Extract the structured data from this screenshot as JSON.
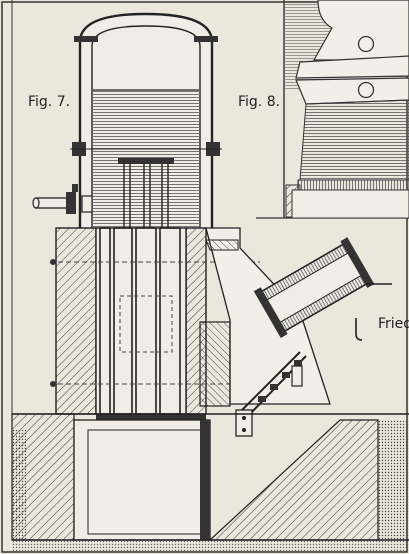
{
  "figures": {
    "fig7_label": "Fig. 7.",
    "fig8_label": "Fig. 8."
  },
  "edge_text": "Fried",
  "colors": {
    "paper": "#ebe7dd",
    "ink": "#2a2a2a",
    "hatch": "#555555"
  }
}
